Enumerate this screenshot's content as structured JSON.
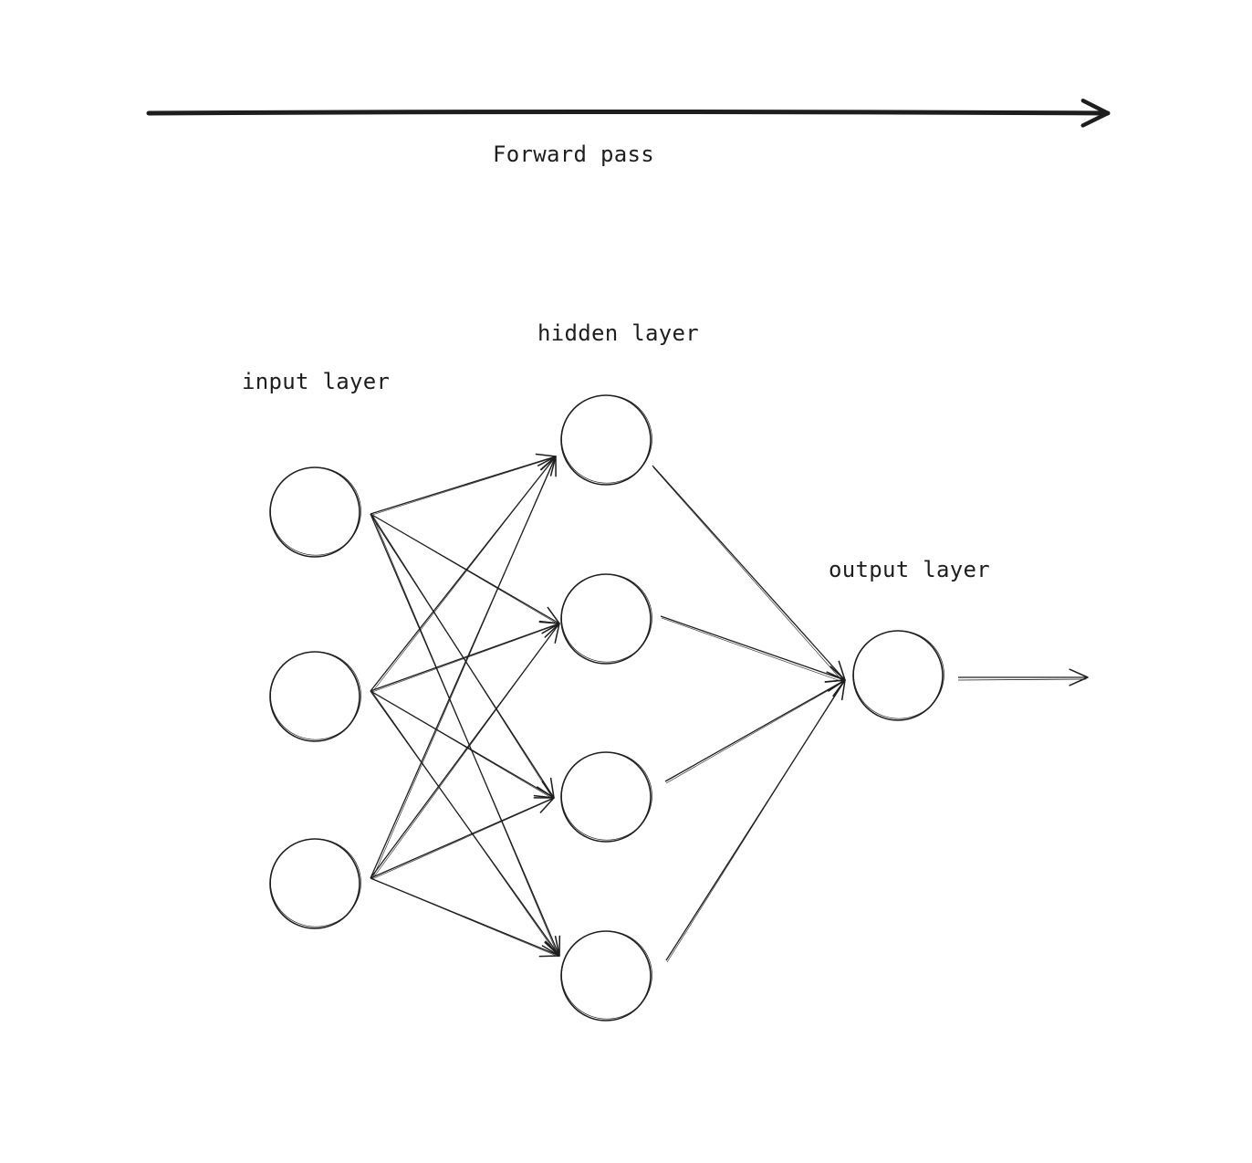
{
  "diagram": {
    "title": "Forward pass",
    "layers": [
      {
        "name": "input",
        "label": "input layer",
        "nodes": 3
      },
      {
        "name": "hidden",
        "label": "hidden layer",
        "nodes": 4
      },
      {
        "name": "output",
        "label": "output layer",
        "nodes": 1
      }
    ],
    "connections": "fully-connected",
    "stroke_color": "#1e1e1e",
    "background": "#ffffff"
  }
}
